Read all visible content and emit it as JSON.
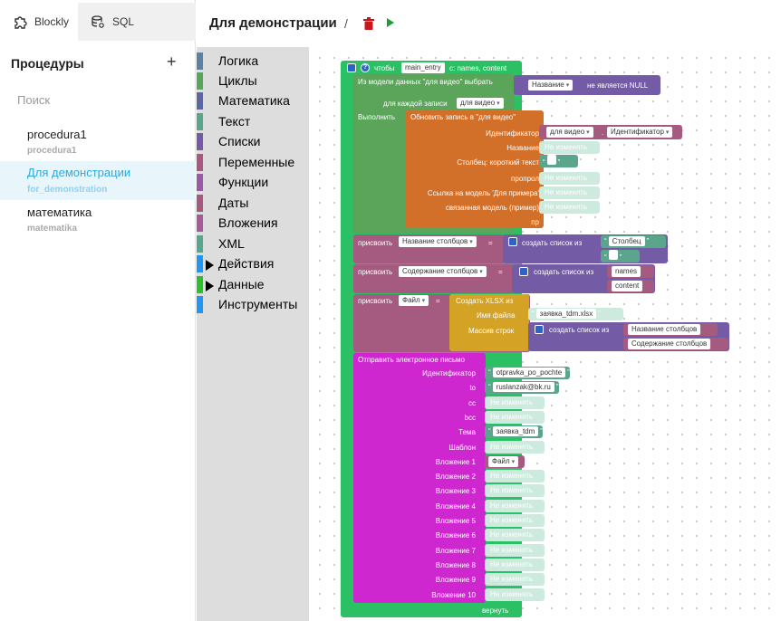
{
  "tabs": {
    "blockly": "Blockly",
    "sql": "SQL"
  },
  "sidebar": {
    "title": "Процедуры",
    "add": "+",
    "search_placeholder": "Поиск",
    "procedures": [
      {
        "name": "procedura1",
        "slug": "procedura1"
      },
      {
        "name": "Для демонстрации",
        "slug": "for_demonstration"
      },
      {
        "name": "математика",
        "slug": "matematika"
      }
    ]
  },
  "topbar": {
    "title": "Для демонстрации",
    "separator": "/"
  },
  "toolbox": [
    {
      "label": "Логика",
      "color": "#5b80a5"
    },
    {
      "label": "Циклы",
      "color": "#5ba55b"
    },
    {
      "label": "Математика",
      "color": "#5b67a5"
    },
    {
      "label": "Текст",
      "color": "#5ba58c"
    },
    {
      "label": "Списки",
      "color": "#745ba5"
    },
    {
      "label": "Переменные",
      "color": "#a55b80"
    },
    {
      "label": "Функции",
      "color": "#995ba5"
    },
    {
      "label": "Даты",
      "color": "#a55b80"
    },
    {
      "label": "Вложения",
      "color": "#a55b99"
    },
    {
      "label": "XML",
      "color": "#5ba58c"
    },
    {
      "label": "Действия",
      "color": "#2196f3"
    },
    {
      "label": "Данные",
      "color": "#2cc02c"
    },
    {
      "label": "Инструменты",
      "color": "#2196f3"
    }
  ],
  "blocks": {
    "func_prefix": "чтобы",
    "func_name": "main_entry",
    "func_params": "с: names, content",
    "query_label": "Из модели данных \"для видео\" выбрать",
    "query_field": "Название",
    "query_cond": "не является NULL",
    "foreach_label": "для каждой записи",
    "foreach_field": "для видео",
    "do_label": "Выполнить",
    "update_title": "Обновить запись в \"для видео\"",
    "update_rows": [
      {
        "label": "Идентификатор",
        "value": ""
      },
      {
        "label": "Название",
        "value": "Не изменять"
      },
      {
        "label": "Столбец: короткий текст",
        "value": ""
      },
      {
        "label": "пропрол",
        "value": "Не изменять"
      },
      {
        "label": "Ссылка на модель 'Для примера'",
        "value": "Не изменять"
      },
      {
        "label": "связанная модель (пример)",
        "value": "Не изменять"
      },
      {
        "label": "пр",
        "value": ""
      }
    ],
    "id_field": "для видео",
    "id_dot": ".",
    "id_value": "Идентификатор",
    "set_label": "присвоить",
    "eq": "=",
    "var_names": "Название столбцов",
    "var_content": "Содержание столбцов",
    "var_file": "Файл",
    "create_list": "создать список из",
    "str_col": "Столбец",
    "var_names_item": "names",
    "var_content_item": "content",
    "xlsx_title": "Создать XLSX из",
    "xlsx_filename_label": "Имя файла",
    "xlsx_filename": "заявка_tdm.xlsx",
    "xlsx_rows_label": "Массив строк",
    "email_title": "Отправить электронное письмо",
    "email_rows": [
      {
        "label": "Идентификатор",
        "value": "otpravka_po_pochte",
        "kind": "str"
      },
      {
        "label": "to",
        "value": "ruslanzak@bk.ru",
        "kind": "str"
      },
      {
        "label": "cc",
        "value": "Не изменять",
        "kind": "ph"
      },
      {
        "label": "bcc",
        "value": "Не изменять",
        "kind": "ph"
      },
      {
        "label": "Тема",
        "value": "заявка_tdm",
        "kind": "str"
      },
      {
        "label": "Шаблон",
        "value": "Не изменять",
        "kind": "ph"
      },
      {
        "label": "Вложение 1",
        "value": "Файл",
        "kind": "var"
      },
      {
        "label": "Вложение 2",
        "value": "Не изменять",
        "kind": "ph"
      },
      {
        "label": "Вложение 3",
        "value": "Не изменять",
        "kind": "ph"
      },
      {
        "label": "Вложение 4",
        "value": "Не изменять",
        "kind": "ph"
      },
      {
        "label": "Вложение 5",
        "value": "Не изменять",
        "kind": "ph"
      },
      {
        "label": "Вложение 6",
        "value": "Не изменять",
        "kind": "ph"
      },
      {
        "label": "Вложение 7",
        "value": "Не изменять",
        "kind": "ph"
      },
      {
        "label": "Вложение 8",
        "value": "Не изменять",
        "kind": "ph"
      },
      {
        "label": "Вложение 9",
        "value": "Не изменять",
        "kind": "ph"
      },
      {
        "label": "Вложение 10",
        "value": "Не изменять",
        "kind": "ph"
      }
    ],
    "return_label": "вернуть",
    "quote_open": "“",
    "quote_close": "”"
  },
  "colors": {
    "func": "#2cc065",
    "query": "#5ba55b",
    "update": "#d2702a",
    "var": "#a55b80",
    "list": "#745ba5",
    "text": "#5ba58c",
    "xlsx": "#d4a326",
    "email": "#ce27cf",
    "placeholder": "#cdeadf"
  }
}
